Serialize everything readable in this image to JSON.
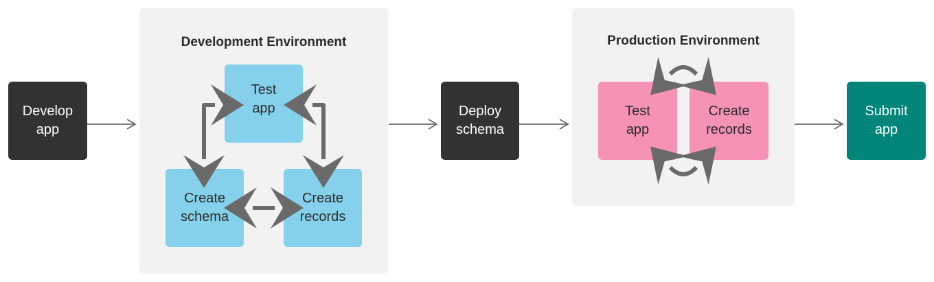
{
  "steps": {
    "develop": {
      "line1": "Develop",
      "line2": "app"
    },
    "deploy": {
      "line1": "Deploy",
      "line2": "schema"
    },
    "submit": {
      "line1": "Submit",
      "line2": "app"
    }
  },
  "development": {
    "title": "Development Environment",
    "test_app": {
      "line1": "Test",
      "line2": "app"
    },
    "create_schema": {
      "line1": "Create",
      "line2": "schema"
    },
    "create_records": {
      "line1": "Create",
      "line2": "records"
    }
  },
  "production": {
    "title": "Production Environment",
    "test_app": {
      "line1": "Test",
      "line2": "app"
    },
    "create_records": {
      "line1": "Create",
      "line2": "records"
    }
  },
  "colors": {
    "dark": "#323232",
    "blue": "#85d1ec",
    "pink": "#f692b5",
    "teal": "#00857a",
    "panel": "#f2f2f2",
    "arrow": "#6a6a6a"
  }
}
